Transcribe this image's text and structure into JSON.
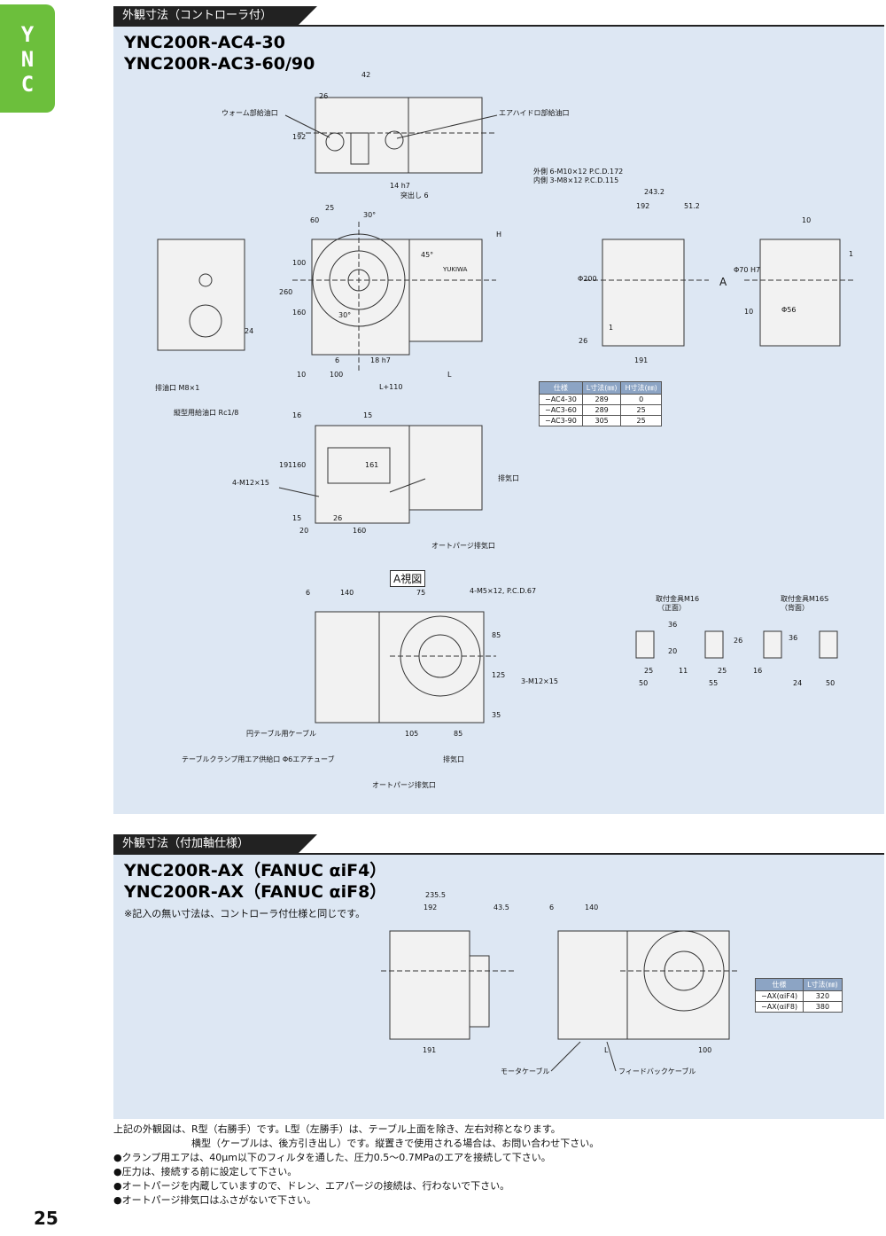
{
  "side_tab": [
    "Y",
    "N",
    "C"
  ],
  "section1": {
    "header": "外観寸法（コントローラ付）",
    "title_lines": [
      "YNC200R-AC4-30",
      "YNC200R-AC3-60/90"
    ],
    "labels": {
      "worm_oil": "ウォーム部給油口",
      "airhydro_oil": "エアハイドロ部給油口",
      "bolt_outer": "外側 6-M10×12 P.C.D.172",
      "bolt_inner": "内側 3-M8×12 P.C.D.115",
      "drain": "排油口 M8×1",
      "vertical_oil": "縦型用給油口 Rc1/8",
      "m12": "4-M12×15",
      "exhaust": "排気口",
      "autopurge": "オートパージ排気口",
      "view_a": "A視図",
      "m5": "4-M5×12, P.C.D.67",
      "m12b": "3-M12×15",
      "table_cable": "円テーブル用ケーブル",
      "clamp_air": "テーブルクランプ用エア供給口 Φ6エアチューブ",
      "exhaust2": "排気口",
      "autopurge2": "オートパージ排気口",
      "m16_front": "取付金具M16",
      "m16_front_sub": "（正面）",
      "m16s_back": "取付金具M16S",
      "m16s_back_sub": "（背面）",
      "arrow_a": "A",
      "key_h7": "14 h7",
      "key_depth": "突出し 6",
      "angle30": "30°",
      "angle45": "45°",
      "brand": "YUKIWA"
    },
    "dims": {
      "d42": "42",
      "d26": "26",
      "d192": "192",
      "d2432": "243.2",
      "d192b": "192",
      "d512": "51.2",
      "d10": "10",
      "d1": "1",
      "dH": "H",
      "d200": "Φ200",
      "d70": "Φ70 H7",
      "d56": "Φ56",
      "d26b": "26",
      "d191": "191",
      "d10b": "10",
      "d1b": "1",
      "d100": "100",
      "d260": "260",
      "d160": "160",
      "d6": "6",
      "d18": "18 h7",
      "d10c": "10",
      "d100b": "100",
      "dL": "L",
      "dL110": "L+110",
      "d60": "60",
      "d25": "25",
      "d30": "30°",
      "d16": "16",
      "d15": "15",
      "d191b": "191",
      "d160b": "160",
      "d161": "161",
      "d15b": "15",
      "d26c": "26",
      "d20": "20",
      "d160c": "160",
      "d6b": "6",
      "d140": "140",
      "d75": "75",
      "d85": "85",
      "d125": "125",
      "d35": "35",
      "d105": "105",
      "d85b": "85",
      "d36": "36",
      "d20b": "20",
      "d11": "11",
      "d25b": "25",
      "d50": "50",
      "d55": "55",
      "d26d": "26",
      "d25c": "25",
      "d16b": "16",
      "d36b": "36",
      "d24": "24",
      "d50b": "50",
      "d24b": "24"
    },
    "spec_table": {
      "headers": [
        "仕様",
        "L寸法(㎜)",
        "H寸法(㎜)"
      ],
      "rows": [
        [
          "−AC4-30",
          "289",
          "0"
        ],
        [
          "−AC3-60",
          "289",
          "25"
        ],
        [
          "−AC3-90",
          "305",
          "25"
        ]
      ]
    }
  },
  "section2": {
    "header": "外観寸法（付加軸仕様）",
    "title_lines": [
      "YNC200R-AX（FANUC αiF4）",
      "YNC200R-AX（FANUC αiF8）"
    ],
    "note": "※記入の無い寸法は、コントローラ付仕様と同じです。",
    "labels": {
      "motor_cable": "モータケーブル",
      "feedback_cable": "フィードバックケーブル"
    },
    "dims": {
      "d2355": "235.5",
      "d192": "192",
      "d435": "43.5",
      "d191": "191",
      "d6": "6",
      "d140": "140",
      "dL": "L",
      "d100": "100"
    },
    "spec_table": {
      "headers": [
        "仕様",
        "L寸法(㎜)"
      ],
      "rows": [
        [
          "−AX(αiF4)",
          "320"
        ],
        [
          "−AX(αiF8)",
          "380"
        ]
      ]
    }
  },
  "footer_lines": [
    "上記の外観図は、R型（右勝手）です。L型（左勝手）は、テーブル上面を除き、左右対称となります。",
    "　　　　　　　　横型（ケーブルは、後方引き出し）です。縦置きで使用される場合は、お問い合わせ下さい。",
    "●クランプ用エアは、40µm以下のフィルタを通した、圧力0.5〜0.7MPaのエアを接続して下さい。",
    "●圧力は、接続する前に設定して下さい。",
    "●オートパージを内蔵していますので、ドレン、エアパージの接続は、行わないで下さい。",
    "●オートパージ排気口はふさがないで下さい。"
  ],
  "page_number": "25"
}
